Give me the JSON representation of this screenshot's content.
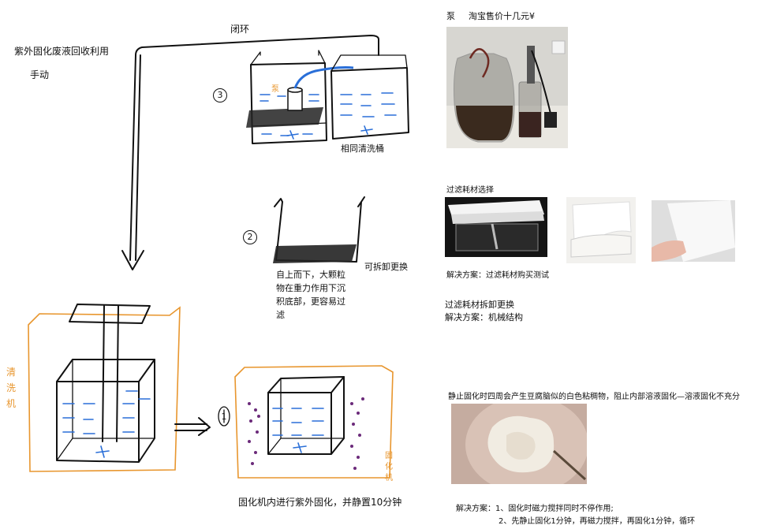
{
  "title_line1": "紫外固化废液回收利用",
  "title_line2": "手动",
  "loop_label": "闭环",
  "step_labels": [
    "1",
    "2",
    "3"
  ],
  "pump_sketch_label": "泵",
  "same_bucket_label": "相同清洗桶",
  "removable_label": "可拆卸更换",
  "gravity_note": "自上而下，大颗粒物在重力作用下沉积底部，更容易过滤",
  "washer_label": "清洗机",
  "curing_machine_label": "固化机",
  "curing_caption": "固化机内进行紫外固化，并静置10分钟",
  "right": {
    "pump_label": "泵",
    "pump_price": "淘宝售价十几元¥",
    "filter_title": "过滤耗材选择",
    "filter_solution": "解决方案：过滤耗材购买测试",
    "replace_title": "过滤耗材拆卸更换",
    "replace_solution": "解决方案：机械结构",
    "problem_text": "静止固化时四周会产生豆腐脑似的白色粘稠物，阻止内部溶液固化—溶液固化不充分",
    "final_solution_1": "解决方案：1、固化时磁力搅拌同时不停作用;",
    "final_solution_2": "2、先静止固化1分钟，再磁力搅拌，再固化1分钟，循环"
  },
  "colors": {
    "ink": "#111111",
    "water": "#2a6fd8",
    "orange": "#e8962e",
    "purple": "#6b2a7a"
  }
}
